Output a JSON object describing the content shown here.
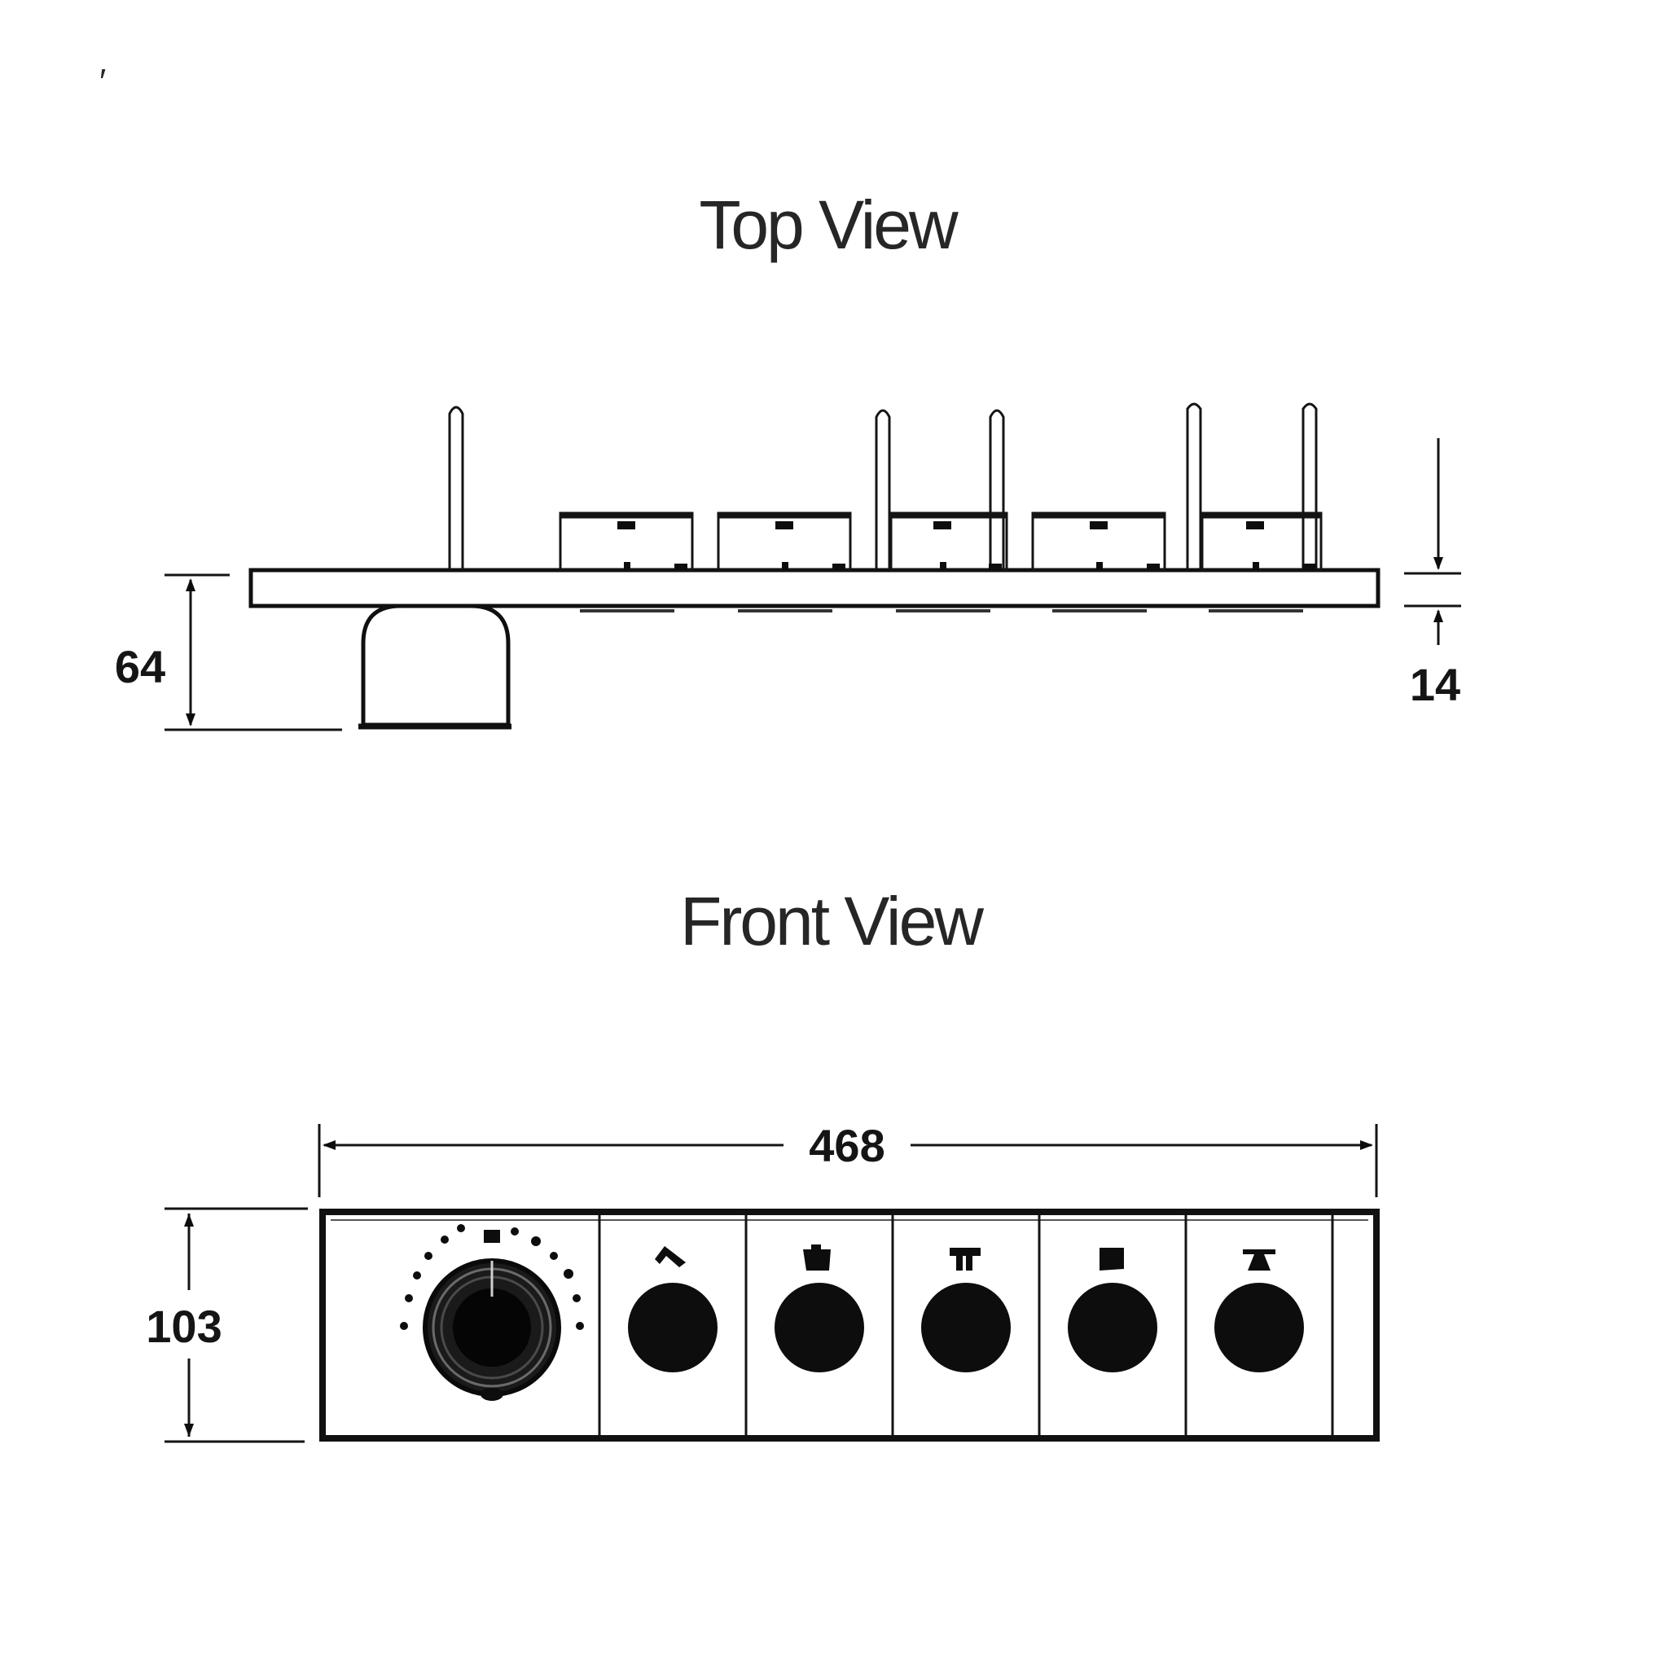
{
  "top_view": {
    "title": "Top View",
    "dim_depth": "64",
    "dim_plate": "14"
  },
  "front_view": {
    "title": "Front View",
    "dim_width": "468",
    "dim_height": "103",
    "valve_icons": [
      "hand-shower-icon",
      "bath-spout-icon",
      "double-outlet-icon",
      "overhead-shower-icon",
      "rain-shower-icon"
    ]
  },
  "stray_mark": "′"
}
